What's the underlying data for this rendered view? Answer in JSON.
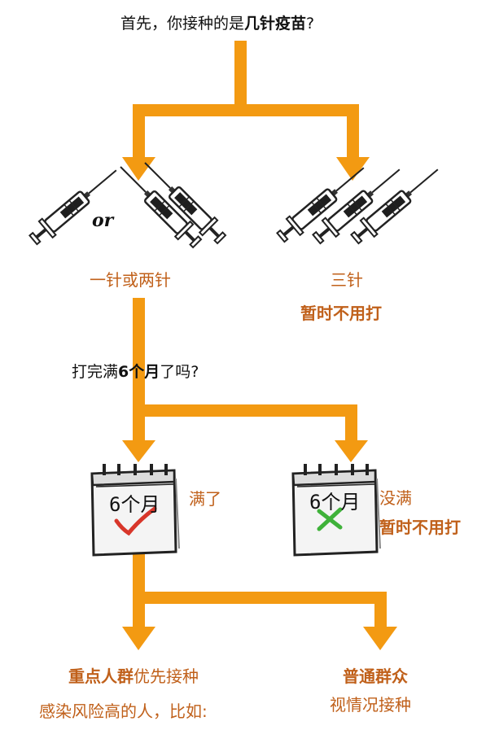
{
  "colors": {
    "arrow": "#f39a12",
    "label_orange": "#c0601a",
    "text_dark": "#111111",
    "check_red": "#d8362a",
    "cross_green": "#3fb23a"
  },
  "question1": {
    "prefix": "首先，你接种的是",
    "emphasis": "几针疫苗",
    "suffix": "?"
  },
  "branch_left": {
    "illustration": [
      "syringe-icon",
      "or",
      "syringe-icon",
      "syringe-icon"
    ],
    "or_text": "or",
    "label": "一针或两针"
  },
  "branch_right": {
    "illustration": [
      "syringe-icon",
      "syringe-icon",
      "syringe-icon"
    ],
    "label": "三针",
    "note": "暂时不用打"
  },
  "question2": {
    "prefix": "打完满",
    "emphasis": "6个月",
    "suffix": "了吗?"
  },
  "calendar_left": {
    "text": "6个月",
    "mark": "check-mark-icon",
    "label": "满了"
  },
  "calendar_right": {
    "text": "6个月",
    "mark": "cross-mark-icon",
    "label": "没满",
    "note": "暂时不用打"
  },
  "outcome_left": {
    "emphasis": "重点人群",
    "rest": "优先接种",
    "detail": "感染风险高的人，比如:"
  },
  "outcome_right": {
    "title": "普通群众",
    "detail": "视情况接种"
  }
}
